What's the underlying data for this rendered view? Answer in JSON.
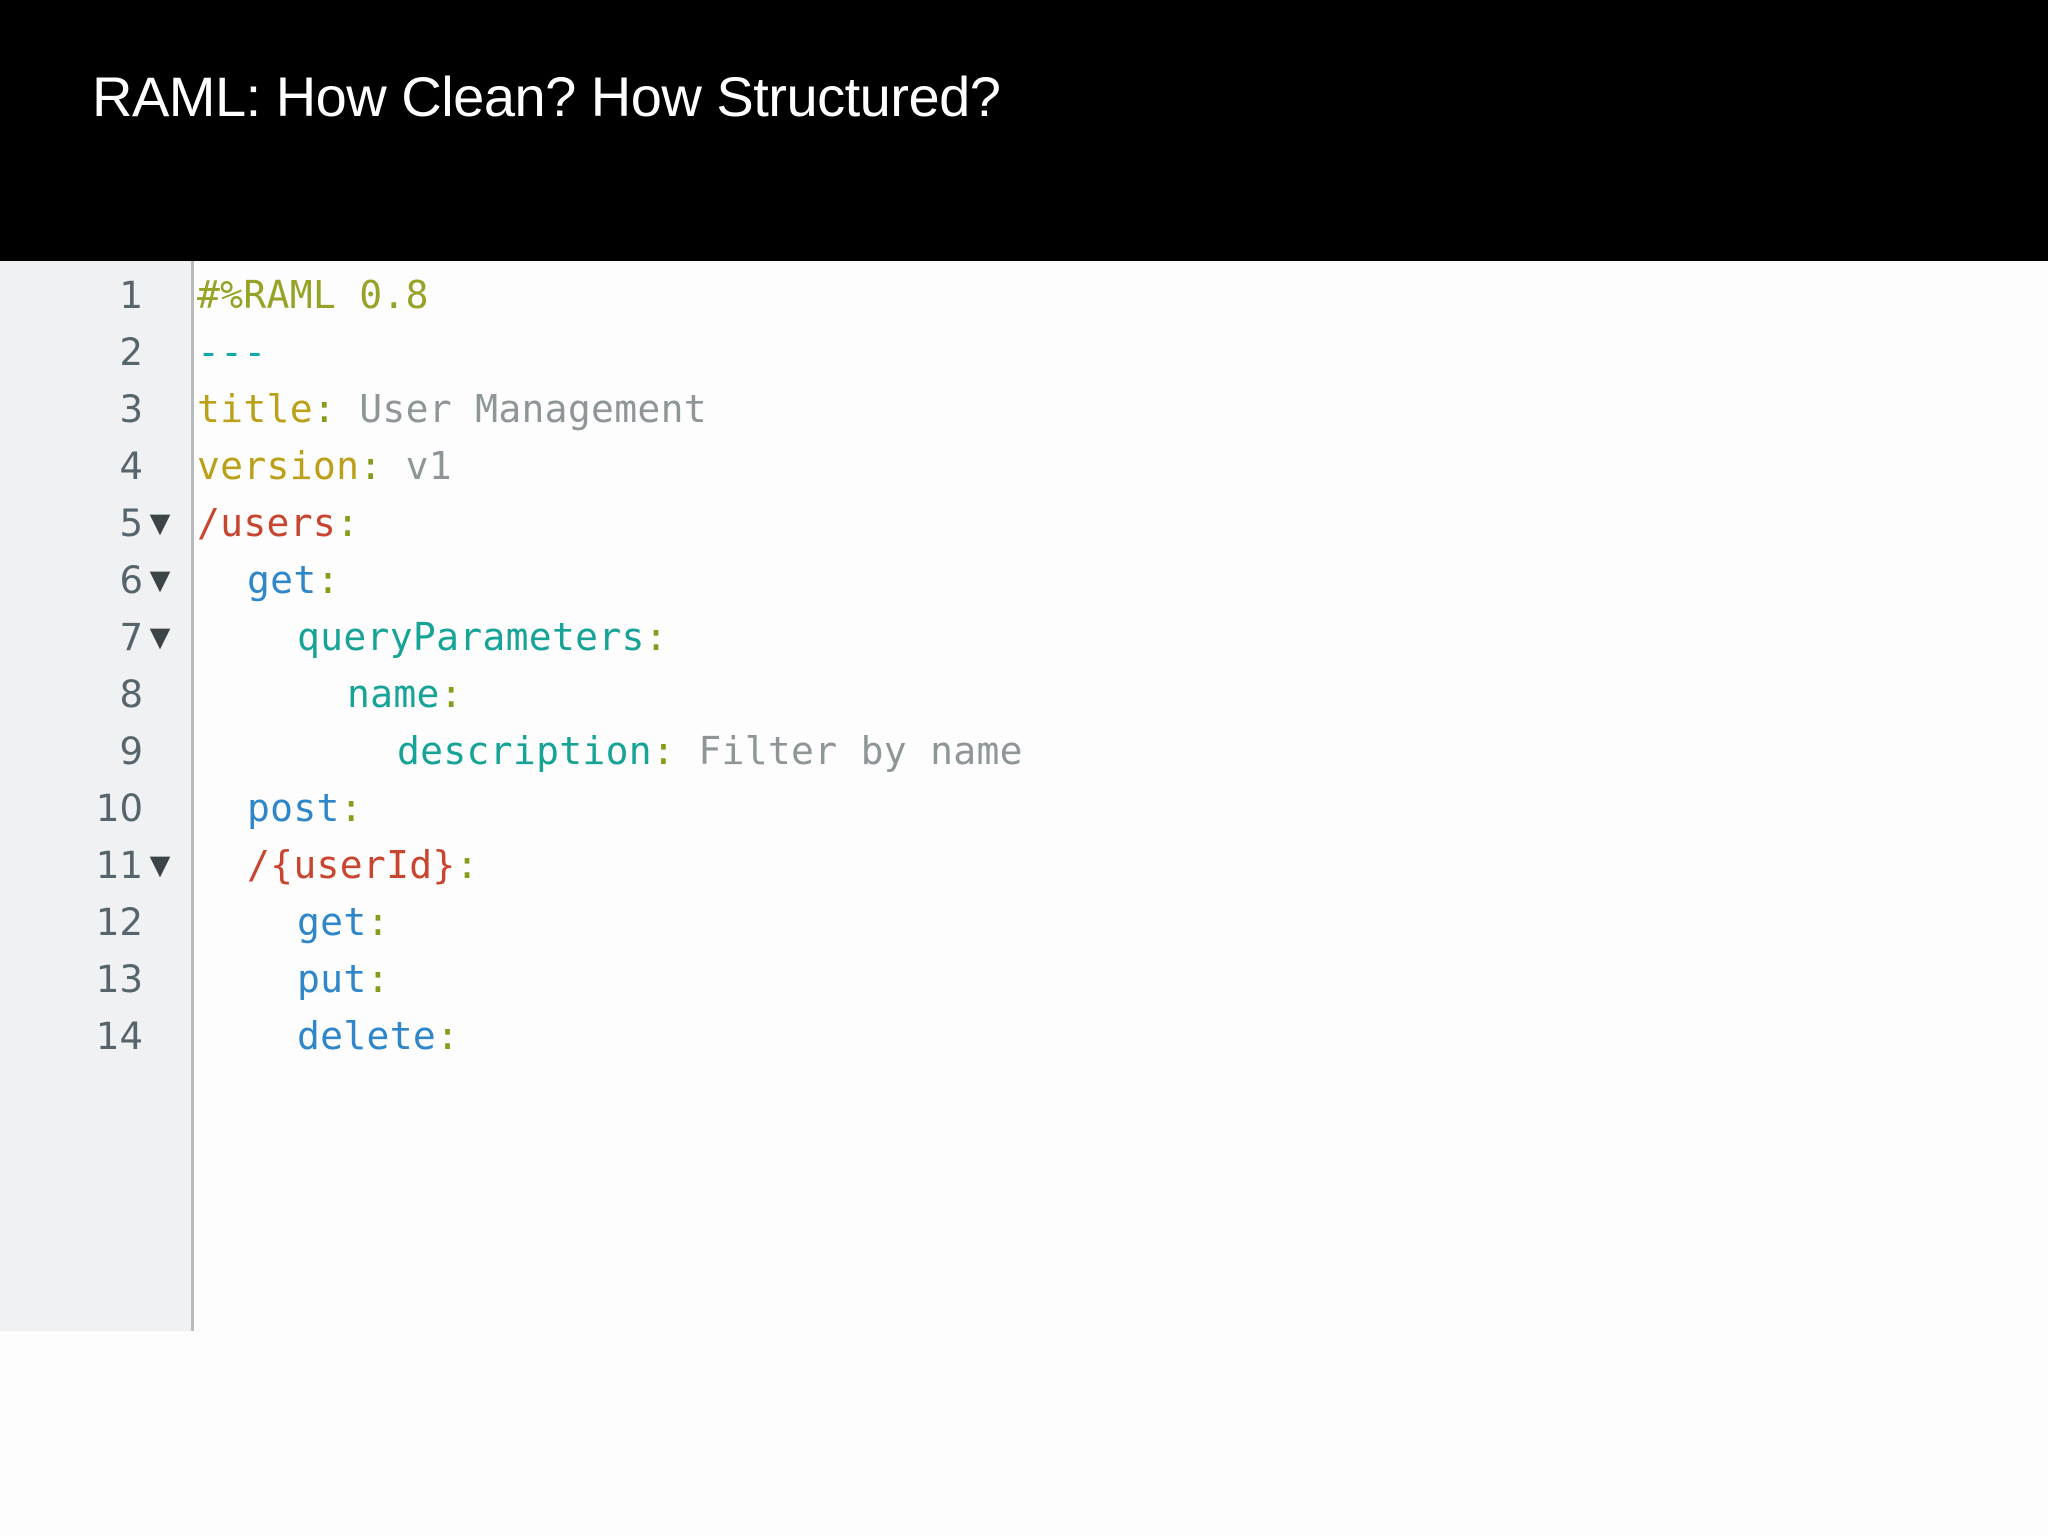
{
  "slide": {
    "title": "RAML: How Clean? How Structured?",
    "title_color": "#ffffff",
    "header_background": "#000000"
  },
  "editor": {
    "background": "#fdfdfe",
    "gutter_background": "#f0f1f2",
    "gutter_border_color": "#b7bbbd",
    "fold_glyph": "▼",
    "language": "RAML",
    "lines": [
      {
        "number": "1",
        "foldable": false,
        "fold": "",
        "indent": 0,
        "tokens": [
          {
            "text": "#%RAML 0.8",
            "type": "directive"
          }
        ]
      },
      {
        "number": "2",
        "foldable": false,
        "fold": "",
        "indent": 0,
        "tokens": [
          {
            "text": "---",
            "type": "marker"
          }
        ]
      },
      {
        "number": "3",
        "foldable": false,
        "fold": "",
        "indent": 0,
        "tokens": [
          {
            "text": "title",
            "type": "prop"
          },
          {
            "text": ":",
            "type": "colon"
          },
          {
            "text": " User Management",
            "type": "value"
          }
        ]
      },
      {
        "number": "4",
        "foldable": false,
        "fold": "",
        "indent": 0,
        "tokens": [
          {
            "text": "version",
            "type": "prop"
          },
          {
            "text": ":",
            "type": "colon"
          },
          {
            "text": " v1",
            "type": "value"
          }
        ]
      },
      {
        "number": "5",
        "foldable": true,
        "fold": "▼",
        "indent": 0,
        "tokens": [
          {
            "text": "/users",
            "type": "resource"
          },
          {
            "text": ":",
            "type": "colon"
          }
        ]
      },
      {
        "number": "6",
        "foldable": true,
        "fold": "▼",
        "indent": 1,
        "tokens": [
          {
            "text": "get",
            "type": "method"
          },
          {
            "text": ":",
            "type": "colon"
          }
        ]
      },
      {
        "number": "7",
        "foldable": true,
        "fold": "▼",
        "indent": 2,
        "tokens": [
          {
            "text": "queryParameters",
            "type": "param"
          },
          {
            "text": ":",
            "type": "colon"
          }
        ]
      },
      {
        "number": "8",
        "foldable": false,
        "fold": "",
        "indent": 3,
        "tokens": [
          {
            "text": "name",
            "type": "param"
          },
          {
            "text": ":",
            "type": "colon"
          }
        ]
      },
      {
        "number": "9",
        "foldable": false,
        "fold": "",
        "indent": 4,
        "tokens": [
          {
            "text": "description",
            "type": "param"
          },
          {
            "text": ":",
            "type": "colon"
          },
          {
            "text": " Filter by name",
            "type": "value"
          }
        ]
      },
      {
        "number": "10",
        "foldable": false,
        "fold": "",
        "indent": 1,
        "tokens": [
          {
            "text": "post",
            "type": "method"
          },
          {
            "text": ":",
            "type": "colon"
          }
        ]
      },
      {
        "number": "11",
        "foldable": true,
        "fold": "▼",
        "indent": 1,
        "tokens": [
          {
            "text": "/{userId}",
            "type": "resource"
          },
          {
            "text": ":",
            "type": "colon"
          }
        ]
      },
      {
        "number": "12",
        "foldable": false,
        "fold": "",
        "indent": 2,
        "tokens": [
          {
            "text": "get",
            "type": "method"
          },
          {
            "text": ":",
            "type": "colon"
          }
        ]
      },
      {
        "number": "13",
        "foldable": false,
        "fold": "",
        "indent": 2,
        "tokens": [
          {
            "text": "put",
            "type": "method"
          },
          {
            "text": ":",
            "type": "colon"
          }
        ]
      },
      {
        "number": "14",
        "foldable": false,
        "fold": "",
        "indent": 2,
        "tokens": [
          {
            "text": "delete",
            "type": "method"
          },
          {
            "text": ":",
            "type": "colon"
          }
        ]
      }
    ],
    "token_colors": {
      "directive": "#97a326",
      "marker": "#11a8a8",
      "prop": "#bba019",
      "value": "#8e9698",
      "resource": "#c8452f",
      "method": "#2f86c8",
      "param": "#17a396",
      "colon": "#8a9a1a"
    }
  }
}
